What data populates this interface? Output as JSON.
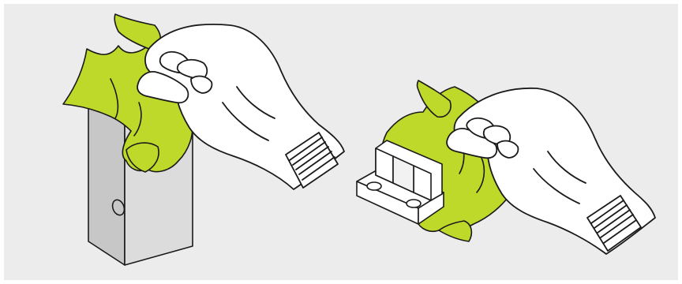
{
  "figure": {
    "background_color": "#ececec",
    "page_color": "#ffffff",
    "cloth_color": "#bfd92b",
    "glove_color": "#ffffff",
    "outline_color": "#1a1a1a",
    "block_side_color": "#c7c7c7",
    "block_front_color": "#dcdcdc",
    "steps": [
      {
        "subject": "tall-block",
        "action": "wipe-with-cloth"
      },
      {
        "subject": "bracket-part",
        "action": "wipe-with-cloth"
      }
    ]
  }
}
